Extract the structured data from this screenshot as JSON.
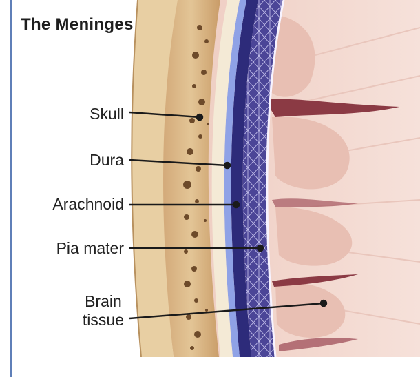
{
  "title": "The Meninges",
  "labels": {
    "skull": "Skull",
    "dura": "Dura",
    "arachnoid": "Arachnoid",
    "pia_mater": "Pia mater",
    "brain_line1": "Brain",
    "brain_line2": "tissue"
  },
  "colors": {
    "border": "#5f7fb8",
    "skull": "#d8b584",
    "skull_dark": "#a67a4a",
    "skull_speckle": "#6d4a2a",
    "dura": "#2d2b7a",
    "dura_highlight": "#8fa2e6",
    "arachnoid": "#4b4597",
    "brain": "#f0d3c9",
    "brain_fold": "#8b3a44",
    "leader": "#1a1a1a"
  }
}
